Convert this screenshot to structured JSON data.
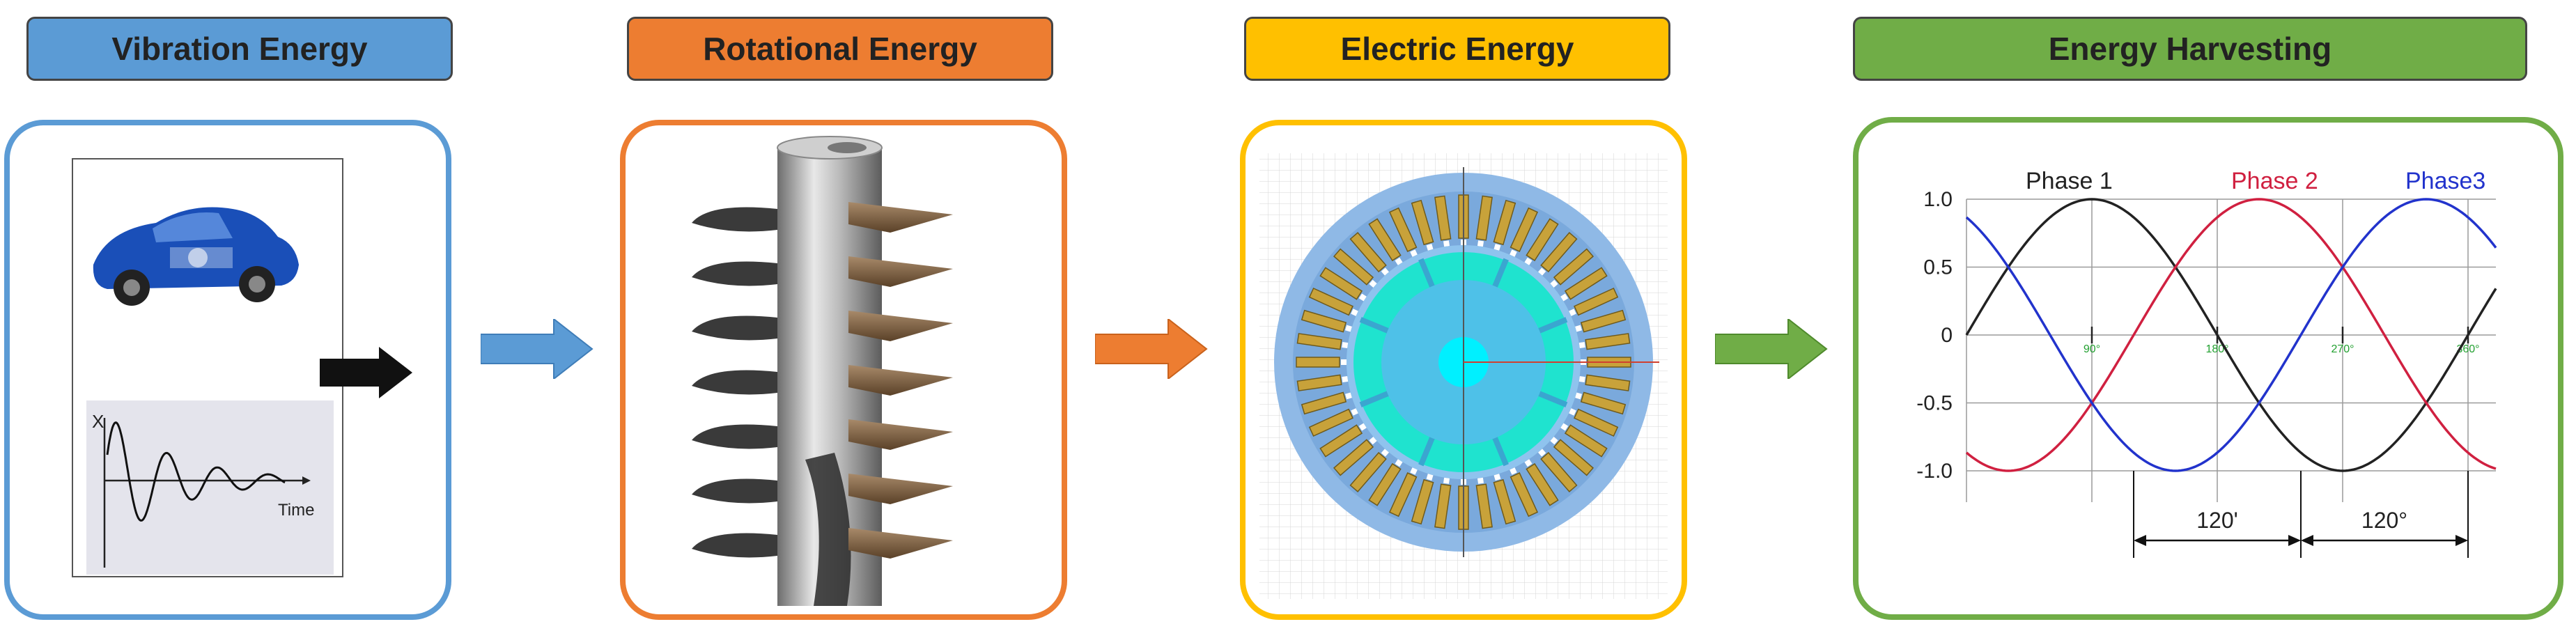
{
  "stages": [
    {
      "title": "Vibration Energy",
      "header_color": "#5B9BD5",
      "border_color": "#5B9BD5"
    },
    {
      "title": "Rotational Energy",
      "header_color": "#ED7D31",
      "border_color": "#ED7D31"
    },
    {
      "title": "Electric Energy",
      "header_color": "#FFC000",
      "border_color": "#FFC000"
    },
    {
      "title": "Energy Harvesting",
      "header_color": "#70AD47",
      "border_color": "#70AD47"
    }
  ],
  "connectors": {
    "arrow1_color": "#5B9BD5",
    "arrow2_color": "#ED7D31",
    "arrow3_color": "#70AD47"
  },
  "vibration_plot": {
    "y_label": "X",
    "x_label": "Time"
  },
  "phase_chart": {
    "series": [
      {
        "name": "Phase 1",
        "color": "#222222",
        "phase_deg": 0
      },
      {
        "name": "Phase 2",
        "color": "#D02040",
        "phase_deg": -120
      },
      {
        "name": "Phase3",
        "color": "#2233CC",
        "phase_deg": -240
      }
    ],
    "y_ticks": [
      "1.0",
      "0.5",
      "0",
      "-0.5",
      "-1.0"
    ],
    "y_values": [
      1.0,
      0.5,
      0,
      -0.5,
      -1.0
    ],
    "x_tick_labels": [
      "90°",
      "180°",
      "270°",
      "360°"
    ],
    "x_tick_values": [
      90,
      180,
      270,
      360
    ],
    "x_range": [
      0,
      380
    ],
    "y_range": [
      -1.0,
      1.0
    ],
    "spacing_labels": [
      "120'",
      "120°"
    ]
  }
}
